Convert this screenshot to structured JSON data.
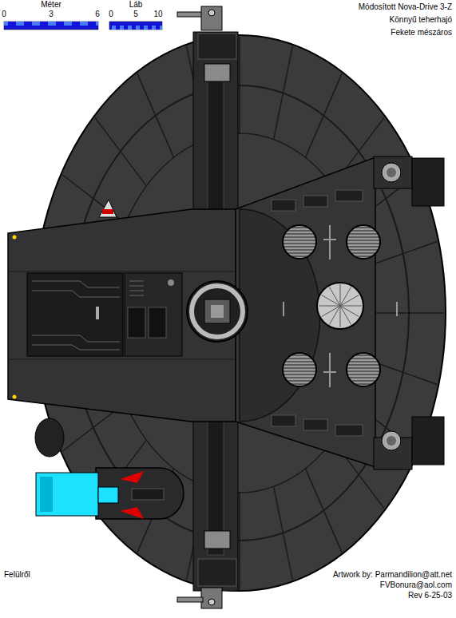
{
  "diagram": {
    "title": "Módosított Nova-Drive 3-Z",
    "labels": [
      "Méter",
      "0",
      "3",
      "6",
      "Láb",
      "0",
      "5",
      "10",
      "Könnyű teherhajó",
      "Fekete mészáros",
      "Felülről",
      "Artwork by: Parmandilion@att.net",
      "FVBonura@aol.com",
      "Rev 6-25-03"
    ]
  }
}
